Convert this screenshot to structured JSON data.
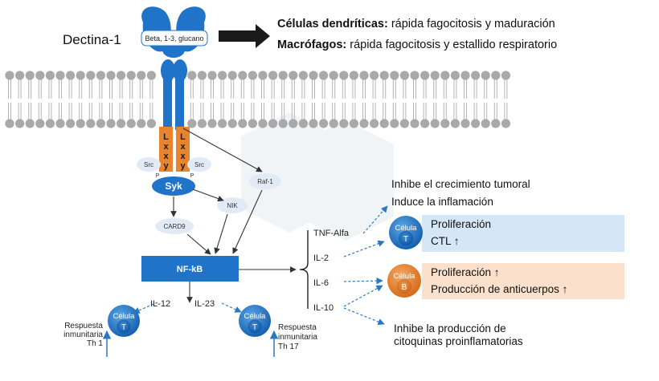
{
  "receptor": {
    "name": "Dectina-1",
    "ligand": "Beta, 1-3, glucano",
    "motif_letters": [
      "L",
      "x",
      "x",
      "y"
    ],
    "motif_p": "P"
  },
  "effects": {
    "line1_bold": "Células dendríticas:",
    "line1_rest": " rápida fagocitosis y maduración",
    "line2_bold": "Macrófagos:",
    "line2_rest": " rápida fagocitosis y estallido respiratorio"
  },
  "signaling": {
    "src": "Src",
    "syk": "Syk",
    "raf": "Raf-1",
    "nik": "NIK",
    "card9": "CARD9",
    "nfkb": "NF-kB",
    "il12": "IL-12",
    "il23": "IL-23"
  },
  "cytokines": [
    "TNF-Alfa",
    "IL-2",
    "IL-6",
    "IL-10"
  ],
  "outcomes": {
    "tumor": "Inhibe el crecimiento tumoral",
    "inflammation": "Induce la inflamación",
    "inhibit1": "Inhibe la producción de",
    "inhibit2": "citoquinas proinflamatorias"
  },
  "cells": {
    "word": "Célula",
    "t": "T",
    "b": "B"
  },
  "boxes": {
    "t_line1": "Proliferación",
    "t_line2": "CTL ↑",
    "b_line1": "Proliferación ↑",
    "b_line2": "Producción de anticuerpos ↑"
  },
  "responses": {
    "th1": [
      "Respuesta",
      "inmunitaria",
      "Th 1"
    ],
    "th17": [
      "Respuesta",
      "inmunitaria",
      "Th 17"
    ]
  },
  "colors": {
    "blue": "#1f73c9",
    "blue_dark": "#0d4f97",
    "orange": "#e8832e",
    "light_blue_box": "#d5e6f6",
    "light_orange_box": "#fbe1cb",
    "membrane_head": "#a9a9a9",
    "oval": "#e2ebf5"
  }
}
